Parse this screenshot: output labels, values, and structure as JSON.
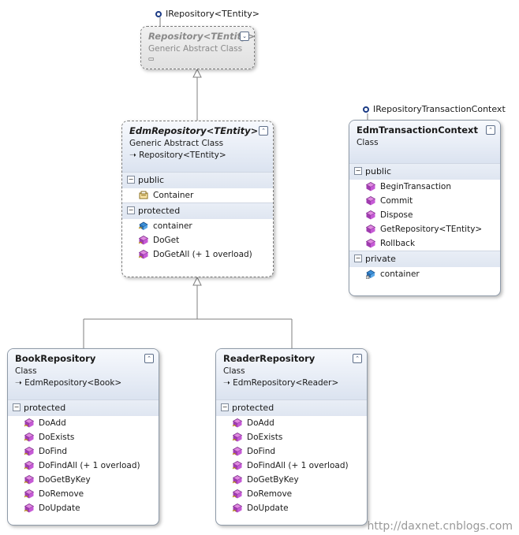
{
  "interfaces": {
    "irepository": "IRepository<TEntity>",
    "irepository_transaction_context": "IRepositoryTransactionContext"
  },
  "repository": {
    "name": "Repository<TEntity>",
    "kind": "Generic Abstract Class",
    "collapse_icon": "chevron-double-down-icon"
  },
  "edm_repository": {
    "name": "EdmRepository<TEntity>",
    "kind": "Generic Abstract Class",
    "base": "Repository<TEntity>",
    "sections": {
      "public": {
        "label": "public",
        "members": [
          {
            "name": "Container",
            "icon": "property-icon"
          }
        ]
      },
      "protected": {
        "label": "protected",
        "members": [
          {
            "name": "container",
            "icon": "field-icon"
          },
          {
            "name": "DoGet",
            "icon": "method-icon"
          },
          {
            "name": "DoGetAll (+ 1 overload)",
            "icon": "method-icon"
          }
        ]
      }
    }
  },
  "edm_transaction_context": {
    "name": "EdmTransactionContext",
    "kind": "Class",
    "sections": {
      "public": {
        "label": "public",
        "members": [
          {
            "name": "BeginTransaction",
            "icon": "method-icon"
          },
          {
            "name": "Commit",
            "icon": "method-icon"
          },
          {
            "name": "Dispose",
            "icon": "method-icon"
          },
          {
            "name": "GetRepository<TEntity>",
            "icon": "method-icon"
          },
          {
            "name": "Rollback",
            "icon": "method-icon"
          }
        ]
      },
      "private": {
        "label": "private",
        "members": [
          {
            "name": "container",
            "icon": "field-icon"
          }
        ]
      }
    }
  },
  "book_repository": {
    "name": "BookRepository",
    "kind": "Class",
    "base": "EdmRepository<Book>",
    "sections": {
      "protected": {
        "label": "protected",
        "members": [
          {
            "name": "DoAdd",
            "icon": "method-icon"
          },
          {
            "name": "DoExists",
            "icon": "method-icon"
          },
          {
            "name": "DoFind",
            "icon": "method-icon"
          },
          {
            "name": "DoFindAll (+ 1 overload)",
            "icon": "method-icon"
          },
          {
            "name": "DoGetByKey",
            "icon": "method-icon"
          },
          {
            "name": "DoRemove",
            "icon": "method-icon"
          },
          {
            "name": "DoUpdate",
            "icon": "method-icon"
          }
        ]
      }
    }
  },
  "reader_repository": {
    "name": "ReaderRepository",
    "kind": "Class",
    "base": "EdmRepository<Reader>",
    "sections": {
      "protected": {
        "label": "protected",
        "members": [
          {
            "name": "DoAdd",
            "icon": "method-icon"
          },
          {
            "name": "DoExists",
            "icon": "method-icon"
          },
          {
            "name": "DoFind",
            "icon": "method-icon"
          },
          {
            "name": "DoFindAll (+ 1 overload)",
            "icon": "method-icon"
          },
          {
            "name": "DoGetByKey",
            "icon": "method-icon"
          },
          {
            "name": "DoRemove",
            "icon": "method-icon"
          },
          {
            "name": "DoUpdate",
            "icon": "method-icon"
          }
        ]
      }
    }
  },
  "watermark": "http://daxnet.cnblogs.com",
  "colors": {
    "lollipop": "#1d3c86",
    "header_gradient_top": "#f7f9fd",
    "header_gradient_bottom": "#dbe3f0",
    "section_band": "#e4eaf3",
    "connector": "#7f7f7f"
  }
}
